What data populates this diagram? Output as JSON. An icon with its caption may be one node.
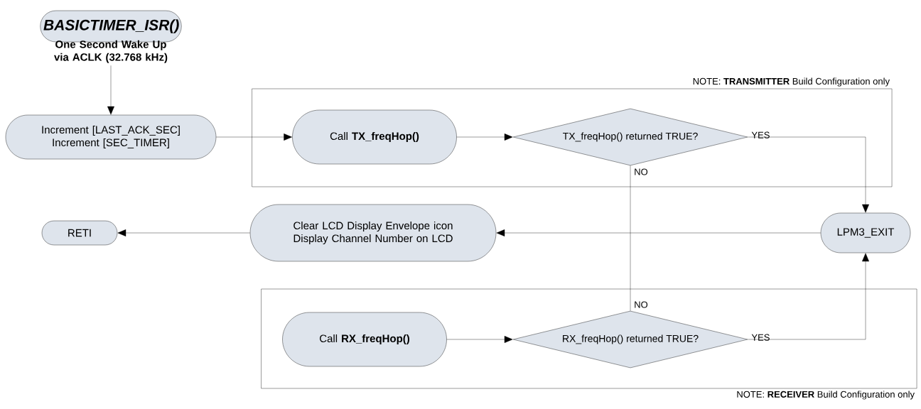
{
  "diagram": {
    "nodes": [
      {
        "text": [
          "BASICTIMER_ISR()"
        ],
        "beside": [
          "One Second Wake Up via ACLK (32.768 kHz)"
        ]
      },
      {
        "text": [
          "Increment [LAST_ACK_SEC] Increment [SEC_TIMER]"
        ]
      },
      {
        "text": [
          "NOTE: **TRANSMITTER** Build Configuration only"
        ]
      },
      {
        "text": [
          "Call **TX_freqHop()**"
        ],
        "in": 2
      },
      {
        "text": [
          "TX_freqHop() returned TRUE?"
        ],
        "in": 2
      },
      {
        "text": [
          "LPM3_EXIT"
        ]
      },
      {
        "text": [
          "Clear LCD Display Envelope icon Display Channel Number on LCD"
        ]
      },
      {
        "text": [
          "RETI"
        ]
      },
      {
        "text": [
          "NOTE: **RECEIVER** Build Configuration only"
        ]
      },
      {
        "text": [
          "Call **RX_freqHop()**"
        ],
        "in": 8
      },
      {
        "text": [
          "RX_freqHop() returned TRUE?"
        ],
        "in": 8
      }
    ],
    "edges": [
      {
        "from": 0,
        "to": 1,
        "arrow": "to"
      },
      {
        "from": 1,
        "to": 3,
        "arrow": "to"
      },
      {
        "from": 3,
        "to": 4,
        "arrow": "to"
      },
      {
        "from": 4,
        "to": 5,
        "arrow": "to",
        "label": "YES"
      },
      {
        "from": 9,
        "to": 10,
        "arrow": "to"
      },
      {
        "from": 10,
        "to": 5,
        "arrow": "to",
        "label": "YES"
      },
      {
        "from": 5,
        "to": 6,
        "arrow": "to"
      },
      {
        "from": 6,
        "to": 7,
        "arrow": "to"
      },
      {
        "from": 4,
        "to": 10,
        "arrow": "none",
        "label": "NO"
      }
    ],
    "labels": [
      "NO"
    ]
  }
}
